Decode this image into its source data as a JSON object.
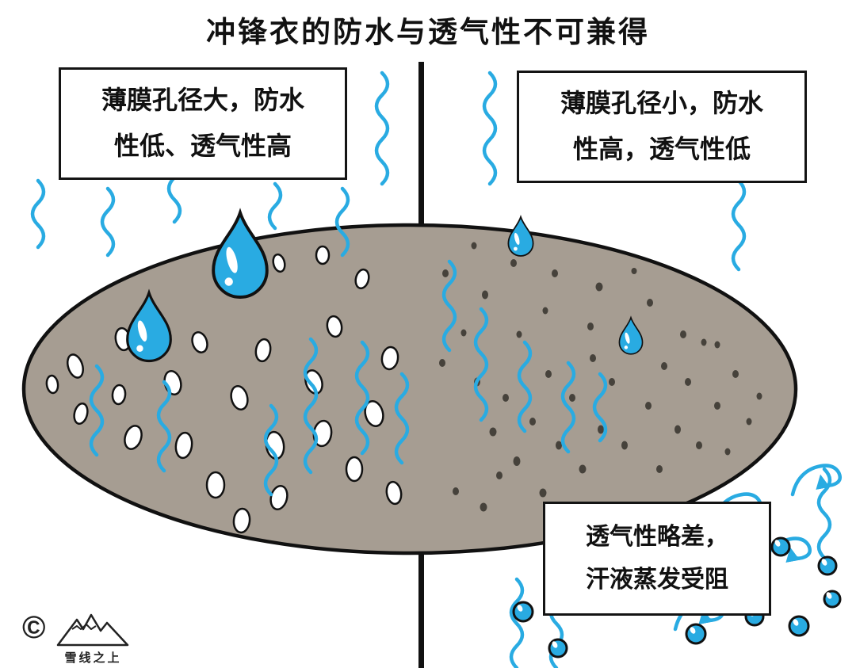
{
  "title": "冲锋衣的防水与透气性不可兼得",
  "panels": {
    "left": {
      "label_line1": "薄膜孔径大，防水",
      "label_line2": "性低、透气性高"
    },
    "right": {
      "label_line1": "薄膜孔径小，防水",
      "label_line2": "性高，透气性低"
    },
    "bottom_note": {
      "line1": "透气性略差，",
      "line2": "汗液蒸发受阻"
    }
  },
  "watermark": {
    "copyright_symbol": "©",
    "brand_name": "雪线之上"
  },
  "colors": {
    "water_blue": "#29abe2",
    "membrane_gray": "#a69d92",
    "ink": "#111111"
  }
}
